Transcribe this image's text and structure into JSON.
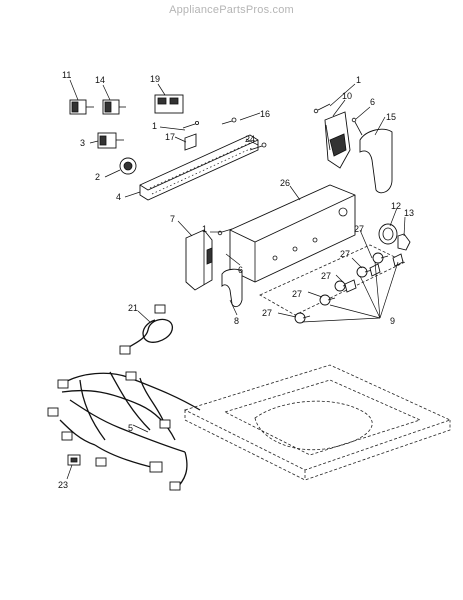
{
  "watermark": "AppliancePartsPros.com",
  "callouts": {
    "c1a": "1",
    "c1b": "1",
    "c1c": "1",
    "c2": "2",
    "c3": "3",
    "c4": "4",
    "c5": "5",
    "c6a": "6",
    "c6b": "6",
    "c7": "7",
    "c8": "8",
    "c9": "9",
    "c10": "10",
    "c11": "11",
    "c12": "12",
    "c13": "13",
    "c14": "14",
    "c15": "15",
    "c16": "16",
    "c17": "17",
    "c19": "19",
    "c21": "21",
    "c23": "23",
    "c24": "24",
    "c26": "26",
    "c27a": "27",
    "c27b": "27",
    "c27c": "27",
    "c27d": "27",
    "c27e": "27"
  }
}
